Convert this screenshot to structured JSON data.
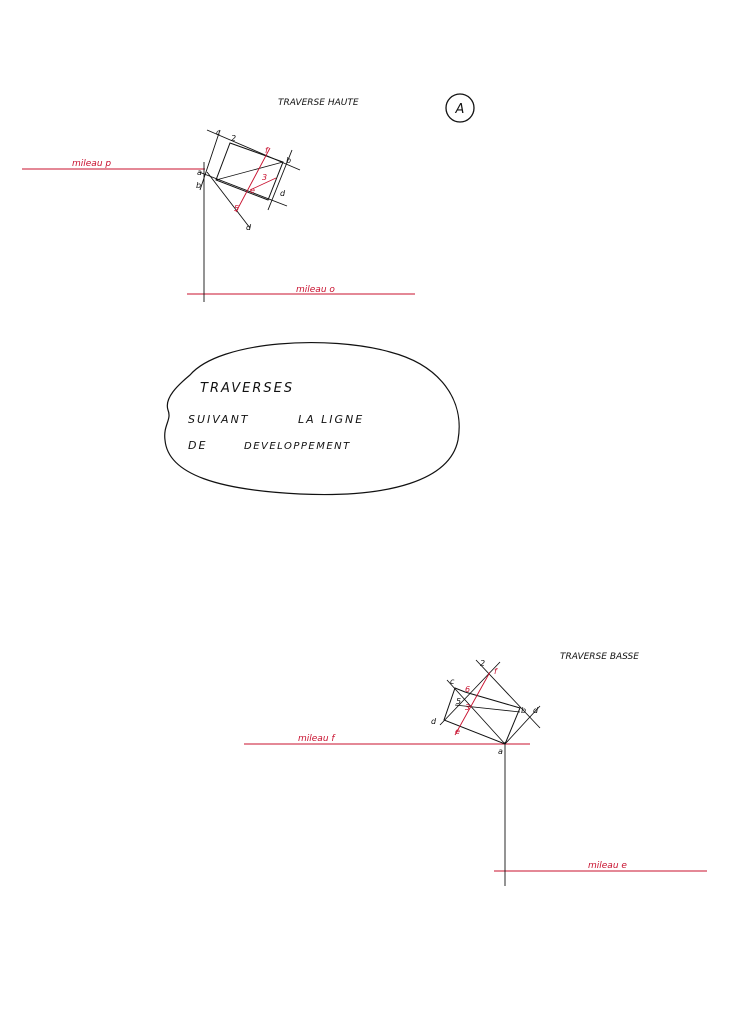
{
  "sheet_marker": "A",
  "top_drawing": {
    "title": "TRAVERSE HAUTE",
    "level_left_label": "mileau p",
    "level_bottom_label": "mileau o",
    "point_labels": {
      "c": "c",
      "b": "b",
      "d": "d",
      "a": "a",
      "f": "f",
      "e": "e",
      "n2": "2",
      "n3": "3",
      "n5": "5"
    }
  },
  "note": {
    "line1": "TRAVERSES",
    "line2a": "SUIVANT",
    "line2b": "LA LIGNE",
    "line3a": "DE",
    "line3b": "DEVELOPPEMENT"
  },
  "bottom_drawing": {
    "title": "TRAVERSE BASSE",
    "level_left_label": "mileau f",
    "level_bottom_label": "mileau e",
    "point_labels": {
      "c": "c",
      "d": "d",
      "a": "a",
      "b": "b",
      "e": "e",
      "f": "f",
      "n2": "2",
      "n3": "3",
      "n5": "5",
      "n6": "6"
    }
  },
  "colors": {
    "ink": "#111111",
    "red": "#c8102e",
    "paper": "#ffffff"
  }
}
